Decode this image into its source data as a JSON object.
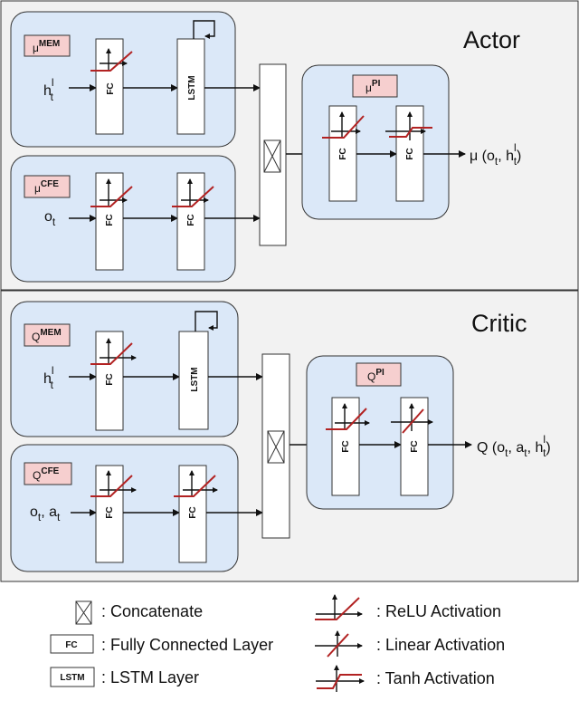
{
  "actor": {
    "title": "Actor",
    "mem_tag": "μ",
    "mem_sup": "MEM",
    "cfe_tag": "μ",
    "cfe_sup": "CFE",
    "pi_tag": "μ",
    "pi_sup": "PI",
    "input_mem": "h",
    "input_mem_sup": "l",
    "input_mem_sub": "t",
    "input_cfe": "o",
    "input_cfe_sub": "t",
    "output": "μ (o",
    "output_sub1": "t",
    "output_mid": ", h",
    "output_sup2": "l",
    "output_sub2": "t",
    "output_end": ")"
  },
  "critic": {
    "title": "Critic",
    "mem_tag": "Q",
    "mem_sup": "MEM",
    "cfe_tag": "Q",
    "cfe_sup": "CFE",
    "pi_tag": "Q",
    "pi_sup": "PI",
    "input_mem": "h",
    "input_mem_sup": "l",
    "input_mem_sub": "t",
    "input_cfe": "o",
    "input_cfe_sub": "t",
    "input_cfe_mid": ", a",
    "input_cfe_sub2": "t",
    "output": "Q (o",
    "output_sub1": "t",
    "output_mid": ", a",
    "output_sub2": "t",
    "output_mid2": ", h",
    "output_sup3": "l",
    "output_sub3": "t",
    "output_end": ")"
  },
  "layers": {
    "fc": "FC",
    "lstm": "LSTM"
  },
  "legend": {
    "concat": ": Concatenate",
    "fc": ": Fully Connected Layer",
    "lstm": ": LSTM Layer",
    "relu": ": ReLU Activation",
    "linear": ": Linear Activation",
    "tanh": ": Tanh Activation"
  },
  "colors": {
    "module_fill": "#dbe8f8",
    "tag_fill": "#f6cfcf",
    "activation": "#b22222",
    "panel_fill": "#f2f2f2"
  }
}
